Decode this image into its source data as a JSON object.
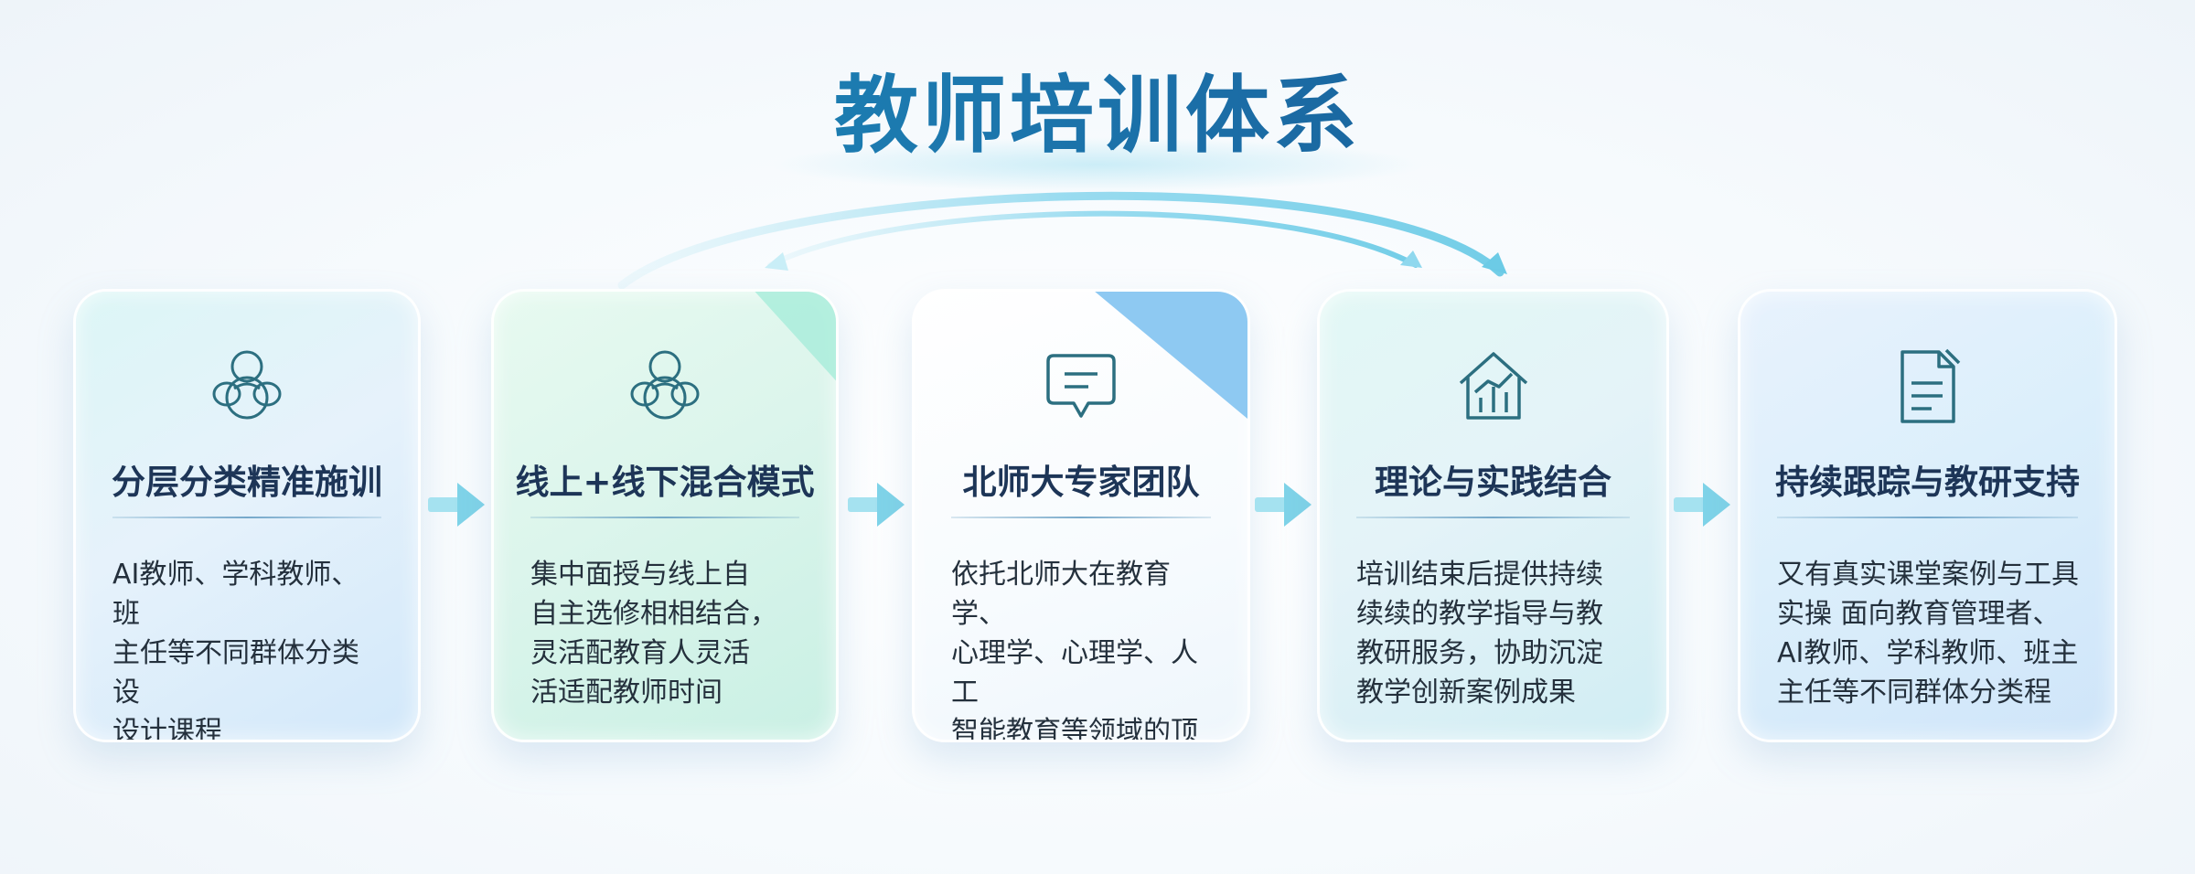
{
  "title": "教师培训体系",
  "colors": {
    "title_start": "#1f9bc6",
    "title_end": "#17457e",
    "card_title": "#1d3557",
    "body_text": "#24303c",
    "icon_stroke": "#2c6f80",
    "arrow": "#7fd3e8"
  },
  "cards": [
    {
      "icon": "people-group-icon",
      "title": "分层分类精准施训",
      "body": "AI教师、学科教师、班\n主任等不同群体分类设\n设计课程"
    },
    {
      "icon": "people-group-icon",
      "title": "线上+线下混合模式",
      "body": "集中面授与线上自\n自主选修相相结合，\n灵活配教育人灵活\n活适配教师时间"
    },
    {
      "icon": "chat-bubble-icon",
      "title": "北师大专家团队",
      "body": "依托北师大在教育学、\n心理学、心理学、人工\n智能教育等领域的顶\n尖专家资源"
    },
    {
      "icon": "house-chart-icon",
      "title": "理论与实践结合",
      "body": "培训结束后提供持续\n续续的教学指导与教\n教研服务，协助沉淀\n教学创新案例成果"
    },
    {
      "icon": "document-edit-icon",
      "title": "持续跟踪与教研支持",
      "body": "又有真实课堂案例与工具\n实操   面向教育管理者、\nAI教师、学科教师、班主\n主任等不同群体分类程"
    }
  ]
}
